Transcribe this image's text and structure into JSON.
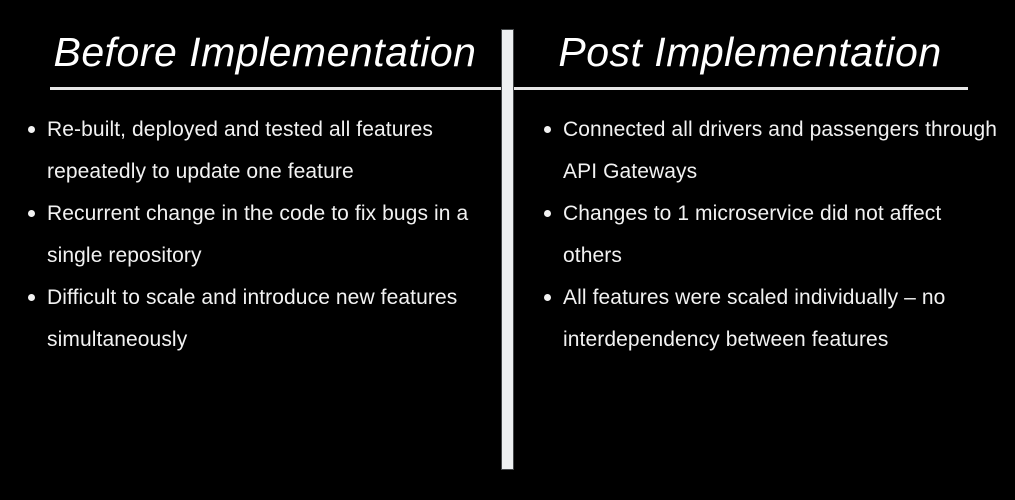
{
  "colors": {
    "background": "#000000",
    "heading_text": "#ffffff",
    "body_text": "#f2f2f2",
    "divider_fill": "#eef0f1",
    "divider_edge": "#45484a",
    "underline": "#e7e7e7"
  },
  "columns": [
    {
      "heading": "Before Implementation",
      "items": [
        {
          "lines": [
            "Re-built, deployed and tested all features",
            "repeatedly to update one feature"
          ]
        },
        {
          "lines": [
            "Recurrent change in the code to fix bugs in a",
            "single repository"
          ]
        },
        {
          "lines": [
            "Difficult to scale and introduce new features",
            "simultaneously"
          ]
        }
      ]
    },
    {
      "heading": "Post Implementation",
      "items": [
        {
          "lines": [
            "Connected all drivers and passengers through",
            "API Gateways"
          ]
        },
        {
          "lines": [
            "Changes to 1 microservice did not affect",
            "others"
          ]
        },
        {
          "lines": [
            "All features were scaled individually – no",
            "interdependency between features"
          ]
        }
      ]
    }
  ]
}
